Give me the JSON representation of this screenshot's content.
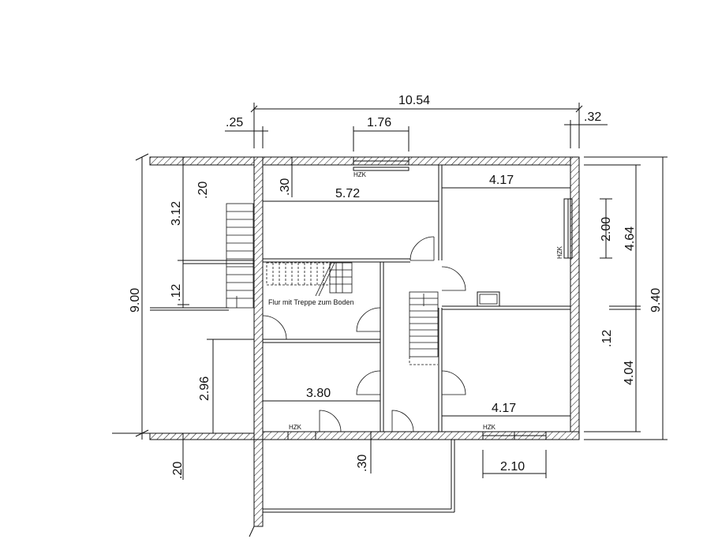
{
  "dimensions": {
    "overall_width": "10.54",
    "left_offset": ".25",
    "window_top": "1.76",
    "right_offset": ".32",
    "room_top_left_width": "5.72",
    "room_top_right_width": "4.17",
    "room_bottom_left_width": "3.80",
    "room_bottom_right_width": "4.17",
    "wall_top_thickness": ".30",
    "left_top": ".20",
    "left_upper": "3.12",
    "left_mid": ".12",
    "left_total": "9.00",
    "left_lower": "2.96",
    "bottom_left": ".20",
    "bottom_mid": ".30",
    "bottom_window": "2.10",
    "right_window": "2.00",
    "right_upper": "4.64",
    "right_mid": ".12",
    "right_lower": "4.04",
    "right_total": "9.40"
  },
  "labels": {
    "hzk_top": "HZK",
    "hzk_right": "HZK",
    "hzk_bottom_left": "HZK",
    "hzk_bottom_right": "HZK",
    "hallway": "Flur mit Treppe zum Boden"
  }
}
